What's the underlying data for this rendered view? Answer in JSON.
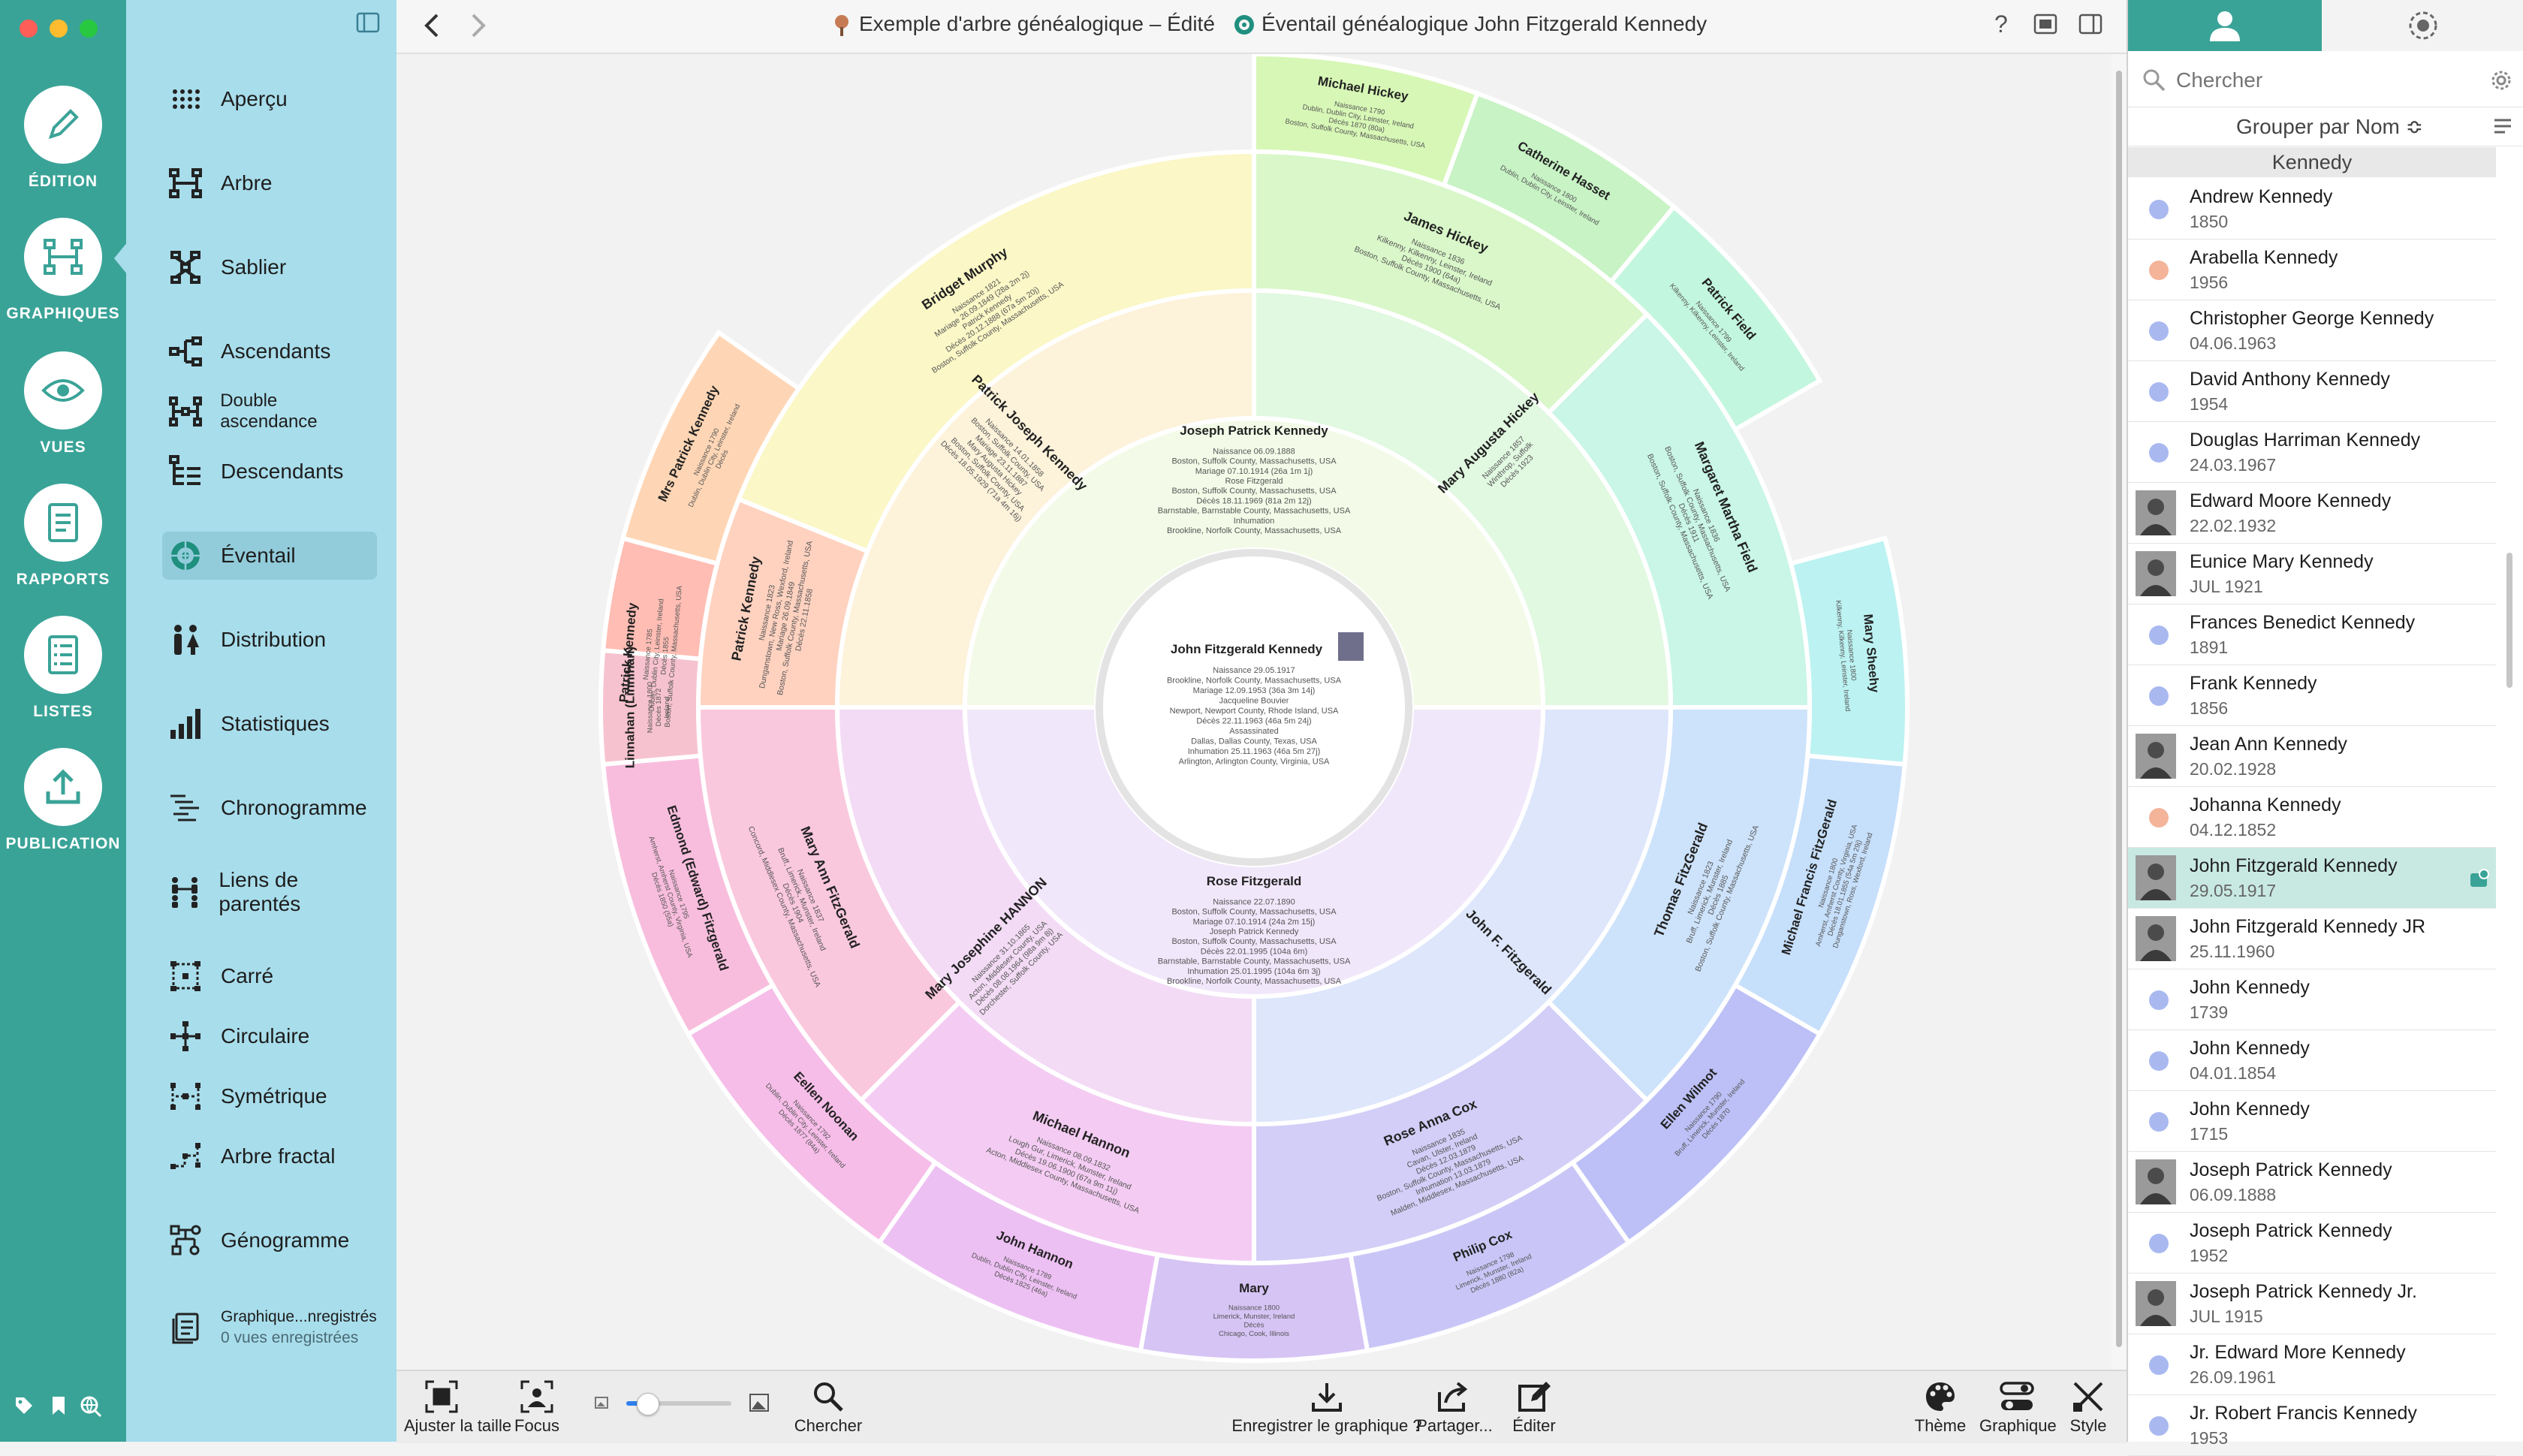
{
  "window": {
    "document_title": "Exemple d'arbre généalogique – Édité",
    "view_title": "Éventail généalogique John Fitzgerald Kennedy"
  },
  "rail": {
    "items": [
      {
        "label": "ÉDITION",
        "icon": "pencil-icon"
      },
      {
        "label": "GRAPHIQUES",
        "icon": "chart-tree-icon"
      },
      {
        "label": "VUES",
        "icon": "eye-icon"
      },
      {
        "label": "RAPPORTS",
        "icon": "report-icon"
      },
      {
        "label": "LISTES",
        "icon": "list-icon"
      },
      {
        "label": "PUBLICATION",
        "icon": "upload-icon"
      }
    ],
    "selected": "GRAPHIQUES"
  },
  "sidebar": {
    "items": [
      {
        "label": "Aperçu",
        "icon": "grid-dots-icon"
      },
      {
        "label": "Arbre",
        "icon": "tree-chart-icon"
      },
      {
        "label": "Sablier",
        "icon": "hourglass-icon"
      },
      {
        "label": "Ascendants",
        "icon": "ancestors-icon"
      },
      {
        "label": "Double ascendance",
        "icon": "double-ancestry-icon"
      },
      {
        "label": "Descendants",
        "icon": "descendants-icon"
      },
      {
        "label": "Éventail",
        "icon": "fan-chart-icon"
      },
      {
        "label": "Distribution",
        "icon": "distribution-icon"
      },
      {
        "label": "Statistiques",
        "icon": "bar-stats-icon"
      },
      {
        "label": "Chronogramme",
        "icon": "timeline-icon"
      },
      {
        "label": "Liens de parentés",
        "icon": "relationship-icon"
      },
      {
        "label": "Carré",
        "icon": "square-chart-icon"
      },
      {
        "label": "Circulaire",
        "icon": "circular-chart-icon"
      },
      {
        "label": "Symétrique",
        "icon": "symmetric-chart-icon"
      },
      {
        "label": "Arbre fractal",
        "icon": "fractal-tree-icon"
      },
      {
        "label": "Génogramme",
        "icon": "genogram-icon"
      }
    ],
    "active": "Éventail",
    "saved": {
      "title": "Graphique...nregistrés",
      "subtitle": "0 vues enregistrées"
    }
  },
  "chart": {
    "center": {
      "name": "John Fitzgerald Kennedy",
      "lines": [
        "Naissance  29.05.1917",
        "Brookline, Norfolk County, Massachusetts, USA",
        "Mariage  12.09.1953 (36a 3m 14j)",
        "Jacqueline Bouvier",
        "Newport, Newport County, Rhode Island, USA",
        "Décès  22.11.1963 (46a 5m 24j)",
        "Assassinated",
        "Dallas, Dallas County, Texas, USA",
        "Inhumation  25.11.1963 (46a 5m 27j)",
        "Arlington, Arlington County, Virginia, USA"
      ]
    },
    "parents": [
      {
        "name": "Joseph Patrick Kennedy",
        "lines": [
          "Naissance  06.09.1888",
          "Boston, Suffolk County, Massachusetts, USA",
          "Mariage  07.10.1914 (26a 1m 1j)",
          "Rose Fitzgerald",
          "Boston, Suffolk County, Massachusetts, USA",
          "Décès  18.11.1969 (81a 2m 12j)",
          "Barnstable, Barnstable County, Massachusetts, USA",
          "Inhumation",
          "Brookline, Norfolk County, Massachusetts, USA"
        ]
      },
      {
        "name": "Rose Fitzgerald",
        "lines": [
          "Naissance  22.07.1890",
          "Boston, Suffolk County, Massachusetts, USA",
          "Mariage  07.10.1914 (24a 2m 15j)",
          "Joseph Patrick Kennedy",
          "Boston, Suffolk County, Massachusetts, USA",
          "Décès  22.01.1995 (104a 6m)",
          "Barnstable, Barnstable County, Massachusetts, USA",
          "Inhumation  25.01.1995 (104a 6m 3j)",
          "Brookline, Norfolk County, Massachusetts, USA"
        ]
      }
    ],
    "grandparents": [
      {
        "name": "Patrick Joseph Kennedy",
        "lines": [
          "Naissance  14.01.1858",
          "Boston, Suffolk County, USA",
          "Mariage  23.11.1887",
          "Mary Augusta Hickey",
          "Boston, Suffolk County, USA",
          "Décès  18.05.1929 (71a 4m 16j)"
        ]
      },
      {
        "name": "Mary Augusta Hickey",
        "lines": [
          "Naissance  1857",
          "Winthrop, Suffolk",
          "Décès  1923"
        ]
      },
      {
        "name": "John F. Fitzgerald",
        "lines": []
      },
      {
        "name": "Mary Josephine HANNON",
        "lines": [
          "Naissance  31.10.1865",
          "Acton, Middlesex County, USA",
          "Décès  08.08.1964 (98a 9m 8j)",
          "Dorchester, Suffolk County, USA"
        ]
      }
    ],
    "great_grandparents": [
      {
        "name": "Patrick Kennedy",
        "lines": [
          "Naissance  1823",
          "Dunganstown, New Ross, Wexford, Ireland",
          "Mariage  26.09.1849",
          "Boston, Suffolk County, Massachusetts, USA",
          "Décès  22.11.1858"
        ]
      },
      {
        "name": "Bridget Murphy",
        "lines": [
          "Naissance  1821",
          "Mariage  26.09.1849 (28a 2m 2j)",
          "Patrick Kennedy",
          "Décès  20.12.1888 (67a 5m 20j)",
          "Boston, Suffolk County, Massachusetts, USA"
        ]
      },
      {
        "name": "James Hickey",
        "lines": [
          "Naissance  1836",
          "Kilkenny, Kilkenny, Leinster, Ireland",
          "Décès  1900 (64a)",
          "Boston, Suffolk County, Massachusetts, USA"
        ]
      },
      {
        "name": "Margaret Martha Field",
        "lines": [
          "Naissance  1836",
          "Boston, Suffolk County, Massachusetts, USA",
          "Décès  1911",
          "Boston, Suffolk County, Massachusetts, USA"
        ]
      },
      {
        "name": "Thomas FitzGerald",
        "lines": [
          "Naissance  1823",
          "Bruff, Limerick, Munster, Ireland",
          "Décès  1885",
          "Boston, Suffolk County, Massachusetts, USA"
        ]
      },
      {
        "name": "Rose Anna Cox",
        "lines": [
          "Naissance  1835",
          "Cavan, Ulster, Ireland",
          "Décès  12.03.1879",
          "Boston, Suffolk County, Massachusetts, USA",
          "Inhumation  13.03.1879",
          "Malden, Middlesex, Massachusetts, USA"
        ]
      },
      {
        "name": "Michael Hannon",
        "lines": [
          "Naissance  08.09.1832",
          "Lough Gur, Limerick, Munster, Ireland",
          "Décès  19.06.1900 (67a 9m 11j)",
          "Acton, Middlesex County, Massachusetts, USA"
        ]
      },
      {
        "name": "Mary Ann FitzGerald",
        "lines": [
          "Naissance  1837",
          "Bruff, Limerick, Munster, Ireland",
          "Décès  1904",
          "Concord, Middlesex County, Massachusetts, USA"
        ]
      }
    ],
    "outer": [
      {
        "name": "Patrick Kennedy",
        "lines": [
          "Naissance  1785",
          "Dublin, Dublin City, Leinster, Ireland",
          "Décès  1855",
          "Boston, Suffolk County, Massachusetts, USA"
        ]
      },
      {
        "name": "Mrs Patrick Kennedy",
        "lines": [
          "Naissance  1790",
          "Dublin, Dublin City, Leinster, Ireland",
          "Décès"
        ]
      },
      {
        "name": "Michael Hickey",
        "lines": [
          "Naissance  1790",
          "Dublin, Dublin City, Leinster, Ireland",
          "Décès  1870 (80a)",
          "Boston, Suffolk County, Massachusetts, USA"
        ]
      },
      {
        "name": "Catherine Hasset",
        "lines": [
          "Naissance  1800",
          "Dublin, Dublin City, Leinster, Ireland"
        ]
      },
      {
        "name": "Patrick Field",
        "lines": [
          "Naissance  1799",
          "Kilkenny, Kilkenny, Leinster, Ireland"
        ]
      },
      {
        "name": "Mary Sheehy",
        "lines": [
          "Naissance  1800",
          "Kilkenny, Kilkenny, Leinster, Ireland"
        ]
      },
      {
        "name": "Michael Francis FitzGerald",
        "lines": [
          "Naissance  1800",
          "Amherst, Amherst County, Virginia, USA",
          "Décès  18.01.1855 (54a 5m 29j)",
          "Dunganstown, Ross, Wexford, Ireland"
        ]
      },
      {
        "name": "Ellen Wilmot",
        "lines": [
          "Naissance  1790",
          "Bruff, Limerick, Munster, Ireland",
          "Décès  1870"
        ]
      },
      {
        "name": "Philip Cox",
        "lines": [
          "Naissance  1798",
          "Limerick, Munster, Ireland",
          "Décès  1880 (82a)"
        ]
      },
      {
        "name": "Mary",
        "lines": [
          "Naissance  1800",
          "Limerick, Munster, Ireland",
          "Décès",
          "Chicago, Cook, Illinois"
        ]
      },
      {
        "name": "John Hannon",
        "lines": [
          "Naissance  1789",
          "Dublin, Dublin City, Leinster, Ireland",
          "Décès  1825 (46a)"
        ]
      },
      {
        "name": "Eellen Noonan",
        "lines": [
          "Naissance  1792",
          "Dublin, Dublin City, Leinster, Ireland",
          "Décès  1877 (84a)"
        ]
      },
      {
        "name": "Edmond (Edward) Fitzgerald",
        "lines": [
          "Naissance  1795",
          "Amherst, Amherst County, Virginia, USA",
          "Décès  1850 (55a)"
        ]
      },
      {
        "name": "Linnahan (Linnihan)",
        "lines": [
          "Naissance  1800",
          "Décès  1872",
          "Ireland"
        ]
      }
    ]
  },
  "bottombar": {
    "fit": "Ajuster la taille",
    "focus": "Focus",
    "search": "Chercher",
    "save": "Enregistrer le graphique ?",
    "share": "Partager...",
    "edit": "Éditer",
    "theme": "Thème",
    "chart": "Graphique",
    "style": "Style",
    "zoom_level": 0.2
  },
  "rightpanel": {
    "search_placeholder": "Chercher",
    "group_by": "Grouper par Nom ≎",
    "section": "Kennedy",
    "people": [
      {
        "name": "Andrew Kennedy",
        "date": "1850",
        "dot": "#a9b9f0"
      },
      {
        "name": "Arabella Kennedy",
        "date": "1956",
        "dot": "#f4b49a"
      },
      {
        "name": "Christopher George Kennedy",
        "date": "04.06.1963",
        "dot": "#a9b9f0"
      },
      {
        "name": "David Anthony Kennedy",
        "date": "1954",
        "dot": "#a9b9f0"
      },
      {
        "name": "Douglas Harriman Kennedy",
        "date": "24.03.1967",
        "dot": "#a9b9f0"
      },
      {
        "name": "Edward Moore Kennedy",
        "date": "22.02.1932",
        "photo": true
      },
      {
        "name": "Eunice Mary Kennedy",
        "date": "JUL 1921",
        "photo": true
      },
      {
        "name": "Frances Benedict Kennedy",
        "date": "1891",
        "dot": "#a9b9f0"
      },
      {
        "name": "Frank Kennedy",
        "date": "1856",
        "dot": "#a9b9f0"
      },
      {
        "name": "Jean Ann Kennedy",
        "date": "20.02.1928",
        "photo": true
      },
      {
        "name": "Johanna Kennedy",
        "date": "04.12.1852",
        "dot": "#f4b49a"
      },
      {
        "name": "John Fitzgerald Kennedy",
        "date": "29.05.1917",
        "photo": true,
        "selected": true
      },
      {
        "name": "John Fitzgerald Kennedy JR",
        "date": "25.11.1960",
        "photo": true
      },
      {
        "name": "John Kennedy",
        "date": "1739",
        "dot": "#a9b9f0"
      },
      {
        "name": "John Kennedy",
        "date": "04.01.1854",
        "dot": "#a9b9f0"
      },
      {
        "name": "John Kennedy",
        "date": "1715",
        "dot": "#a9b9f0"
      },
      {
        "name": "Joseph Patrick Kennedy",
        "date": "06.09.1888",
        "photo": true
      },
      {
        "name": "Joseph Patrick Kennedy",
        "date": "1952",
        "dot": "#a9b9f0"
      },
      {
        "name": "Joseph Patrick Kennedy Jr.",
        "date": "JUL 1915",
        "photo": true
      },
      {
        "name": "Jr. Edward More Kennedy",
        "date": "26.09.1961",
        "dot": "#a9b9f0"
      },
      {
        "name": "Jr. Robert Francis Kennedy",
        "date": "1953",
        "dot": "#a9b9f0"
      }
    ]
  }
}
